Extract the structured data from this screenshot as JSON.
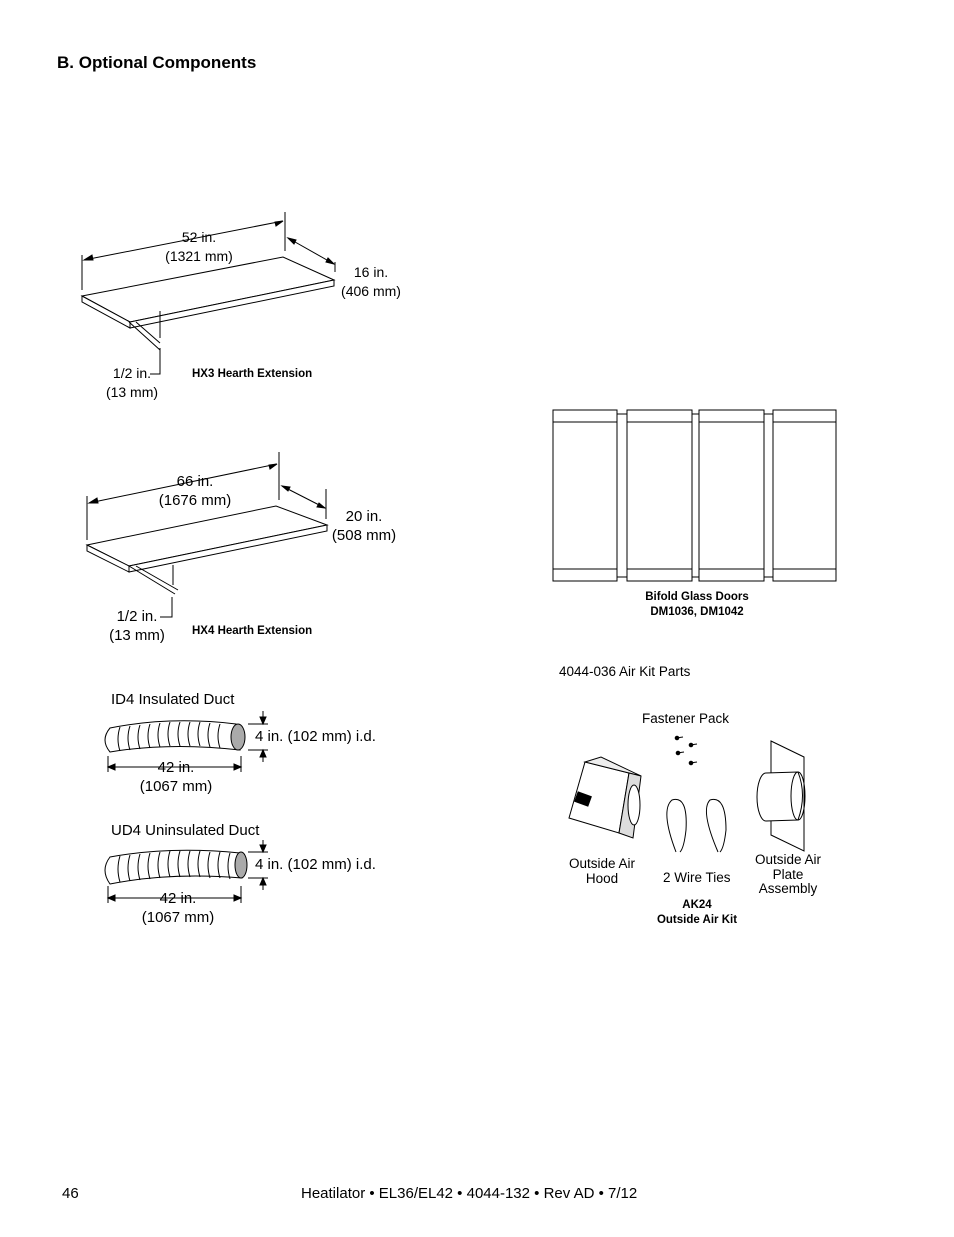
{
  "section_heading": "B. Optional Components",
  "hx3": {
    "length_in": "52 in.",
    "length_mm": "(1321 mm)",
    "depth_in": "16 in.",
    "depth_mm": "(406 mm)",
    "thick_in": "1/2 in.",
    "thick_mm": "(13 mm)",
    "caption": "HX3 Hearth Extension"
  },
  "hx4": {
    "length_in": "66 in.",
    "length_mm": "(1676 mm)",
    "depth_in": "20 in.",
    "depth_mm": "(508 mm)",
    "thick_in": "1/2 in.",
    "thick_mm": "(13 mm)",
    "caption": "HX4 Hearth Extension"
  },
  "id4": {
    "title": "ID4 Insulated Duct",
    "diameter": "4 in. (102 mm) i.d.",
    "length_in": "42 in.",
    "length_mm": "(1067 mm)"
  },
  "ud4": {
    "title": "UD4 Uninsulated Duct",
    "diameter": "4 in. (102 mm) i.d.",
    "length_in": "42 in.",
    "length_mm": "(1067 mm)"
  },
  "bifold": {
    "caption_line1": "Bifold Glass Doors",
    "caption_line2": "DM1036, DM1042"
  },
  "airkit": {
    "title": "4044-036 Air Kit Parts",
    "fastener": "Fastener Pack",
    "hood_line1": "Outside Air",
    "hood_line2": "Hood",
    "ties": "2 Wire Ties",
    "plate_line1": "Outside Air",
    "plate_line2": "Plate",
    "plate_line3": "Assembly",
    "kit_line1": "AK24",
    "kit_line2": "Outside Air Kit"
  },
  "footer": {
    "page_number": "46",
    "doc_info": "Heatilator • EL36/EL42 • 4044-132 • Rev AD • 7/12"
  }
}
